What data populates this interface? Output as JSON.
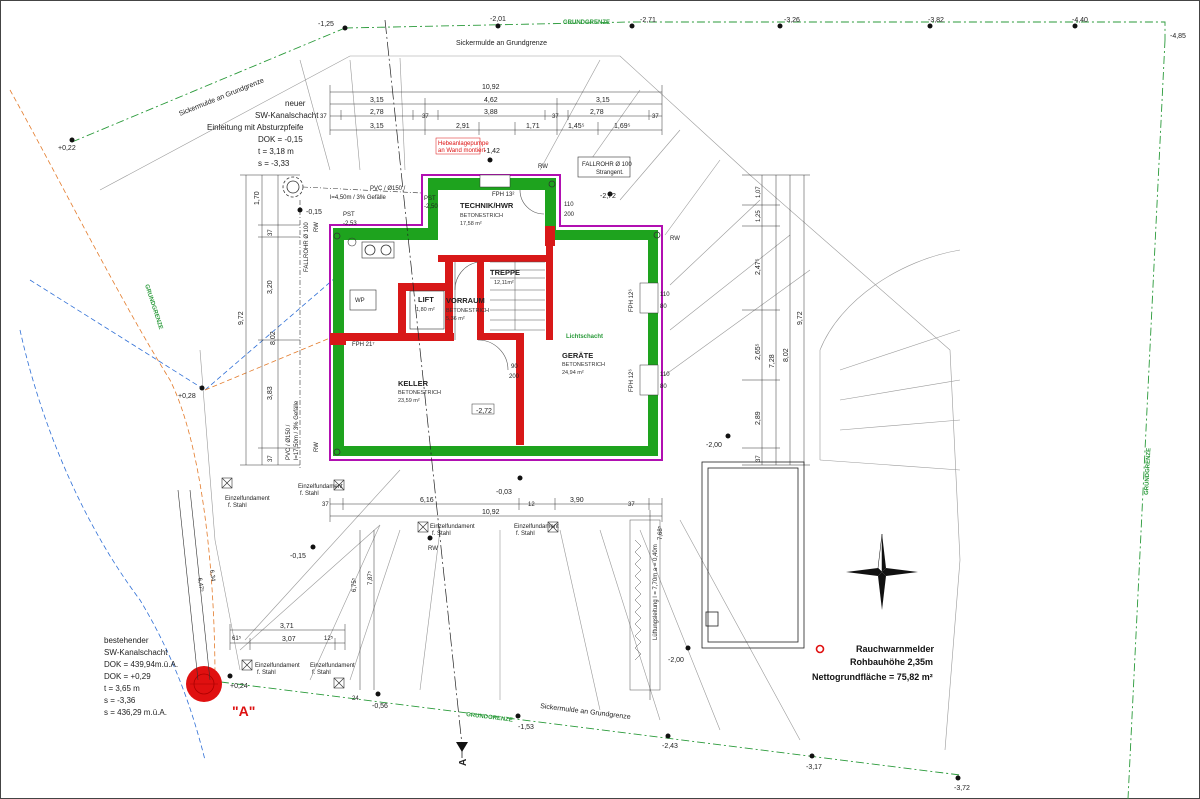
{
  "lot": {
    "boundary_label": "GRUNDGRENZE",
    "sickermulde_top": "Sickermulde an Grundgrenze",
    "sickermulde_left": "Sickermulde an Grundgrenze",
    "sickermulde_bottom": "Sickermulde an Grundgrenze"
  },
  "levels": {
    "top": [
      "-1,25",
      "-2,01",
      "-2,71",
      "-3,26",
      "-3,82",
      "-4,40",
      "-4,85"
    ],
    "left_upper": "+0,22",
    "left_mid": "+0,28",
    "left_low": "-0,15",
    "bottom_a": "+0,24",
    "bottom_b": "-0,56",
    "bottom_c": "-1,53",
    "bottom_d": "-2,43",
    "bottom_e": "-3,17",
    "bottom_f": "-3,72",
    "right_a": "-2,00",
    "right_b": "-2,00",
    "house_top": "-1,42",
    "house_right": "-2,72",
    "house_inner": "-2,72",
    "house_bottom": "-0,03",
    "house_left": "-0,15"
  },
  "dims": {
    "top_total": "10,92",
    "top_row1": [
      "3,15",
      "4,62",
      "3,15"
    ],
    "top_row2": [
      "37",
      "2,78",
      "37",
      "3,88",
      "37",
      "2,78",
      "37"
    ],
    "top_row3": [
      "3,15",
      "2,91",
      "1,71",
      "1,45⁵",
      "1,69⁵"
    ],
    "bottom_row1": [
      "37",
      "6,16",
      "12",
      "3,90",
      "37"
    ],
    "bottom_total": "10,92",
    "left_total": "9,72",
    "left_parts": [
      "1,70",
      "37",
      "3,20",
      "3,83",
      "37"
    ],
    "left_parts2": [
      "8,02"
    ],
    "right_parts": [
      "1,07",
      "1,25",
      "2,47⁵",
      "2,65⁵",
      "7,28",
      "2,89",
      "37"
    ],
    "right_total": "9,72",
    "right_total2": "8,02",
    "lower_left": [
      "3,71",
      "61⁵",
      "3,07",
      "12⁵"
    ],
    "vertical_lower": [
      "7,68⁵",
      "6,75⁵",
      "7,87⁵",
      "6,34",
      "6,47⁵"
    ],
    "misc": [
      "24",
      "24"
    ]
  },
  "rooms": {
    "technik": {
      "name": "TECHNIK/HWR",
      "floor": "BETONESTRICH",
      "area": "17,58 m²"
    },
    "treppe": {
      "name": "TREPPE",
      "area": "12,11m²"
    },
    "lift": {
      "name": "LIFT",
      "area": "1,80 m²"
    },
    "vorraum": {
      "name": "VORRAUM",
      "floor": "BETONESTRICH",
      "area": "5,36 m²"
    },
    "keller": {
      "name": "KELLER",
      "floor": "BETONESTRICH",
      "area": "23,59 m²"
    },
    "geraete": {
      "name": "GERÄTE",
      "floor": "BETONESTRICH",
      "area": "24,94 m²"
    }
  },
  "annotations": {
    "new_shaft": [
      "neuer",
      "SW-Kanalschacht",
      "Einleitung mit Absturzpfeife",
      "DOK = -0,15",
      "t = 3,18 m",
      "s = -3,33"
    ],
    "existing_shaft": [
      "bestehender",
      "SW-Kanalschacht",
      "DOK = 439,94m.ü.A.",
      "DOK = +0,29",
      "t = 3,65 m",
      "s = -3,36",
      "s = 436,29 m.ü.A."
    ],
    "pvc_top": "PVC / Ø150 /",
    "pvc_top2": "l=4,50m / 3% Gefälle",
    "pvc_left": "PVC / Ø150 /",
    "pvc_left2": "l=17,50m / 3% Gefälle",
    "pst1": "PST",
    "pst1v": "-2,53",
    "pst2": "PST",
    "pst2v": "-2,50",
    "fallrohr_box": [
      "FALLROHR Ø 100",
      "Strangent."
    ],
    "fallrohr_left": "FALLROHR Ø 100",
    "rw": "RW",
    "fph_top": "FPH 13²",
    "fph_left": "FPH 21⁷",
    "fph_r1": "FPH 12⁶",
    "fph_r2": "FPH 12⁶",
    "wp": "WP",
    "pumpe": [
      "Hebeanlagepumpe",
      "an Wand montiert"
    ],
    "marker_a": "\"A\"",
    "arrow_a": "A",
    "einzelfundament": "Einzelfundament",
    "einzelfundament2": "f. Stahl",
    "door_110": "110",
    "door_200": "200",
    "door_80": "80",
    "door_90": "90",
    "lichtschacht": "Lichtschacht",
    "ins": "Lüftungsleitung l = 7,70m a = 0,40m"
  },
  "legend": {
    "rauchwarnmelder": "Rauchwarnmelder",
    "rohbauhoehe": "Rohbauhöhe 2,35m",
    "nettogrundflaeche": "Nettogrundfläche = 75,82 m²"
  },
  "colors": {
    "wall_outer": "#1ea31e",
    "wall_inner": "#d81818",
    "wall_outline": "#b10fb1",
    "boundary": "#2a9a3a",
    "dash_blue": "#2f6fd6",
    "dash_orange": "#e37b2b",
    "shaft_red": "#e01010"
  }
}
